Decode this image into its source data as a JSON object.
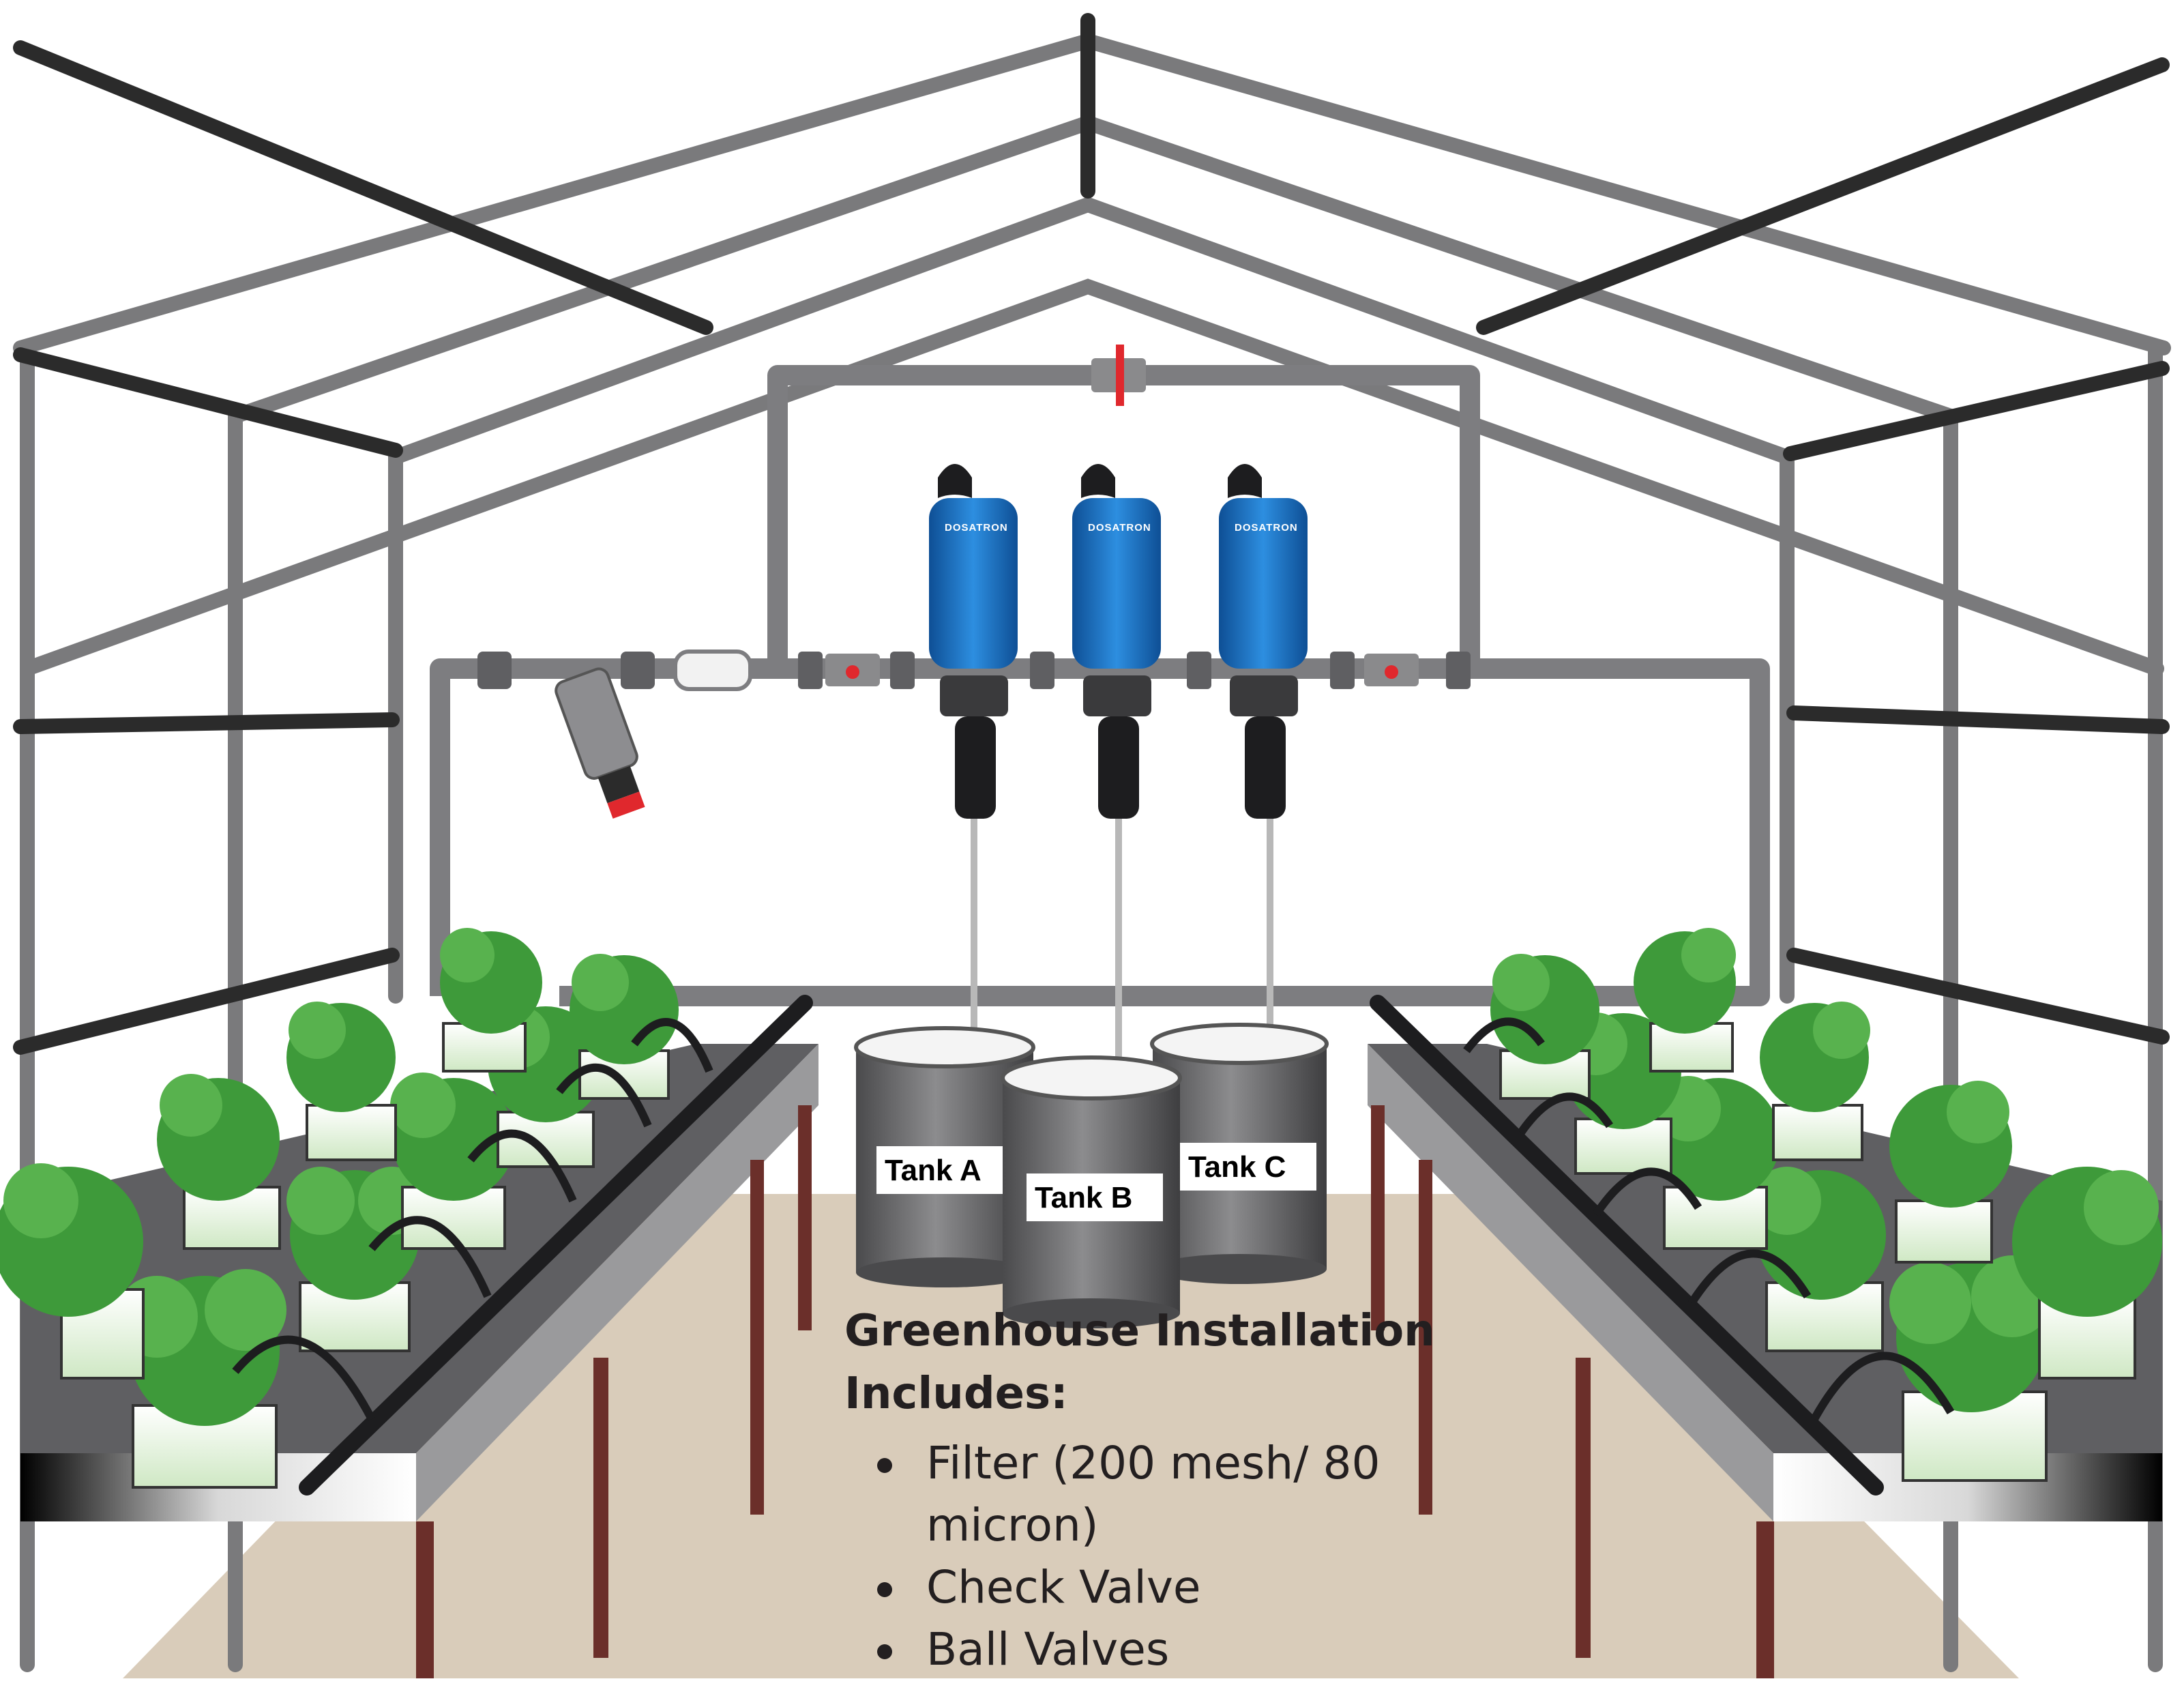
{
  "diagram": {
    "brand": "DOSATRON",
    "tanks": [
      {
        "label": "Tank A"
      },
      {
        "label": "Tank B"
      },
      {
        "label": "Tank C"
      }
    ],
    "info": {
      "heading": "Greenhouse Installation Includes:",
      "items": [
        "Filter (200 mesh/ 80 micron)",
        "Check Valve",
        "Ball Valves"
      ]
    }
  },
  "colors": {
    "frame": "#7a7a7c",
    "beam": "#2b2b2b",
    "pipe": "#7d7d80",
    "dosatron_blue": "#1f76c4",
    "valve_red": "#e0282d",
    "bench": "#3a3a3c",
    "bench_leg": "#6b2f2a",
    "floor": "#d9ccba",
    "plant": "#3e9a3a",
    "tank": "#6e6e70"
  },
  "icons": [
    "ball-valve-icon",
    "filter-icon",
    "check-valve-icon",
    "dosatron-injector-icon",
    "tank-icon",
    "plant-icon"
  ]
}
